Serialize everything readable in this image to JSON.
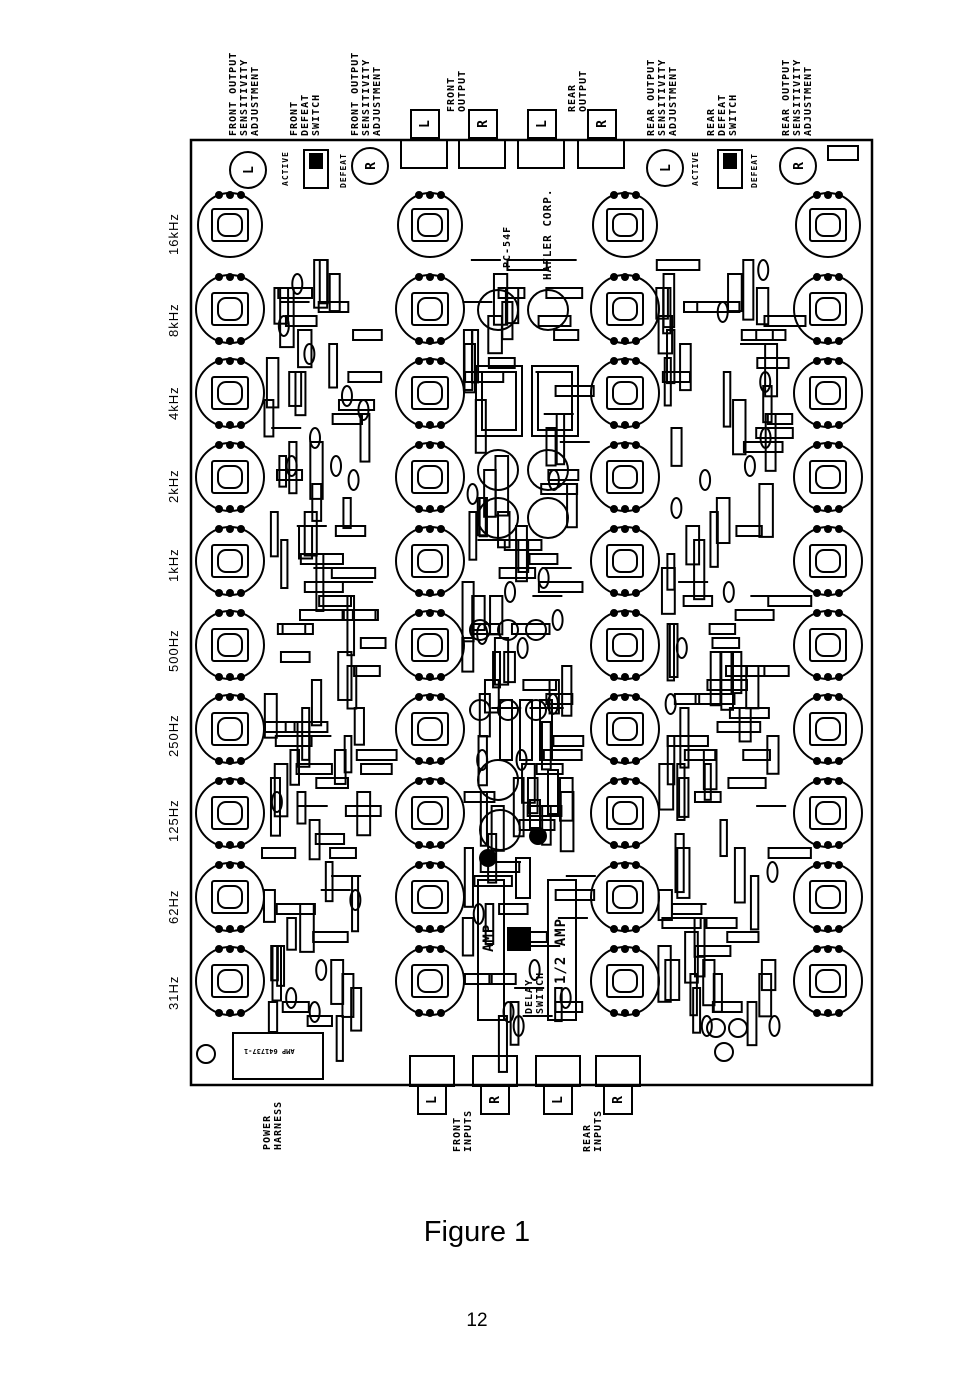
{
  "top_labels": [
    {
      "id": "front-sens-1",
      "text": "FRONT OUTPUT\nSENSITIVITY\nADJUSTMENT"
    },
    {
      "id": "front-defeat",
      "text": "FRONT\nDEFEAT\nSWITCH"
    },
    {
      "id": "front-sens-2",
      "text": "FRONT OUTPUT\nSENSITIVITY\nADJUSTMENT"
    },
    {
      "id": "front-output",
      "text": "FRONT\nOUTPUT"
    },
    {
      "id": "rear-output",
      "text": "REAR\nOUTPUT"
    },
    {
      "id": "rear-sens-1",
      "text": "REAR OUTPUT\nSENSITIVITY\nADJUSTMENT"
    },
    {
      "id": "rear-defeat",
      "text": "REAR\nDEFEAT\nSWITCH"
    },
    {
      "id": "rear-sens-2",
      "text": "REAR OUTPUT\nSENSITIVITY\nADJUSTMENT"
    }
  ],
  "bottom_labels": [
    {
      "id": "power-harness",
      "text": "POWER\nHARNESS"
    },
    {
      "id": "front-inputs",
      "text": "FRONT\nINPUTS"
    },
    {
      "id": "rear-inputs",
      "text": "REAR\nINPUTS"
    }
  ],
  "frequencies": [
    "16kHz",
    "8kHz",
    "4kHz",
    "2kHz",
    "1kHz",
    "500Hz",
    "250Hz",
    "125Hz",
    "62Hz",
    "31Hz"
  ],
  "board_text": {
    "active_front": "ACTIVE",
    "defeat_front": "DEFEAT",
    "active_rear": "ACTIVE",
    "defeat_rear": "DEFEAT",
    "pc_number": "PC-54F",
    "maker": "HAFLER CORP.",
    "amp_1": "AMP",
    "amp_half": "1/2 AMP",
    "delay_switch": "DELAY\nSWITCH",
    "connector_code": "AMP 641737-1"
  },
  "jack_letters": {
    "left": "L",
    "right": "R"
  },
  "caption": "Figure 1",
  "page_number": "12"
}
